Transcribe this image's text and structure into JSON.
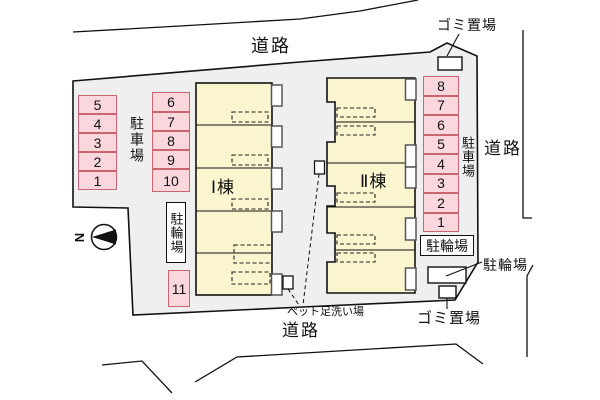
{
  "site_plan": {
    "roads": {
      "top": "道路",
      "right": "道路",
      "bottom": "道路"
    },
    "buildings": {
      "building1": "Ⅰ棟",
      "building2": "Ⅱ棟"
    },
    "parking": {
      "left_label": "駐車場",
      "right_label": "駐車場",
      "left_stalls": [
        "5",
        "4",
        "3",
        "2",
        "1"
      ],
      "center_stalls": [
        "6",
        "7",
        "8",
        "9",
        "10"
      ],
      "stall_11": "11",
      "right_stalls": [
        "8",
        "7",
        "6",
        "5",
        "4",
        "3",
        "2",
        "1"
      ]
    },
    "bicycle": {
      "left_box_label": "駐輪場",
      "right_box_label": "駐輪場",
      "right_callout_label": "駐輪場"
    },
    "garbage": {
      "top_label": "ゴミ置場",
      "bottom_label": "ゴミ置場"
    },
    "pet_wash": {
      "label": "ペット足洗い場"
    },
    "compass": {
      "letter": "N"
    },
    "colors": {
      "parcel_fill": "#efefef",
      "building_fill": "#fbf5cf",
      "stall_fill": "#f9d7dc",
      "stall_border": "#c96670",
      "line": "#111111"
    }
  }
}
